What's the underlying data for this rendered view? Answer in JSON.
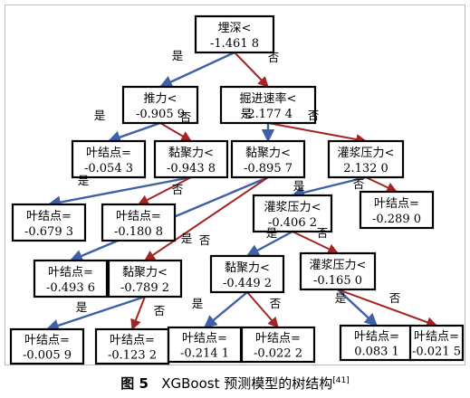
{
  "colors": {
    "yes_edge": "#3f5fa6",
    "no_edge": "#a42424",
    "node_border": "#000000"
  },
  "caption": {
    "figure": "图 5",
    "text": "XGBoost 预测模型的树结构",
    "ref": "[41]"
  },
  "edge_labels": {
    "yes": "是",
    "no": "否"
  },
  "nodes": [
    {
      "id": "n0",
      "l1": "埋深<",
      "l2": "-1.461 8"
    },
    {
      "id": "n1",
      "l1": "推力<",
      "l2": "-0.905 9"
    },
    {
      "id": "n2",
      "l1": "掘进速率<",
      "l2": "-2.177 4"
    },
    {
      "id": "n3",
      "l1": "叶结点=",
      "l2": "-0.054 3"
    },
    {
      "id": "n4",
      "l1": "黏聚力<",
      "l2": "-0.943 8"
    },
    {
      "id": "n5",
      "l1": "黏聚力<",
      "l2": "-0.895 7"
    },
    {
      "id": "n6",
      "l1": "灌浆压力<",
      "l2": "2.132 0"
    },
    {
      "id": "n7",
      "l1": "叶结点=",
      "l2": "-0.679 3"
    },
    {
      "id": "n8",
      "l1": "叶结点=",
      "l2": "-0.180 8"
    },
    {
      "id": "n9",
      "l1": "灌浆压力<",
      "l2": "-0.406 2"
    },
    {
      "id": "n10",
      "l1": "叶结点=",
      "l2": "-0.289 0"
    },
    {
      "id": "n11",
      "l1": "叶结点=",
      "l2": "-0.493 6"
    },
    {
      "id": "n12",
      "l1": "黏聚力<",
      "l2": "-0.789 2"
    },
    {
      "id": "n13",
      "l1": "黏聚力<",
      "l2": "-0.449 2"
    },
    {
      "id": "n14",
      "l1": "灌浆压力<",
      "l2": "-0.165 0"
    },
    {
      "id": "n15",
      "l1": "叶结点=",
      "l2": "-0.005 9"
    },
    {
      "id": "n16",
      "l1": "叶结点=",
      "l2": "-0.123 2"
    },
    {
      "id": "n17",
      "l1": "叶结点=",
      "l2": "-0.214 1"
    },
    {
      "id": "n18",
      "l1": "叶结点=",
      "l2": "-0.022 2"
    },
    {
      "id": "n19",
      "l1": "叶结点=",
      "l2": "0.083 1"
    },
    {
      "id": "n20",
      "l1": "叶结点=",
      "l2": "-0.021 5"
    }
  ],
  "edges": [
    {
      "from": "n0",
      "to": "n1",
      "branch": "yes"
    },
    {
      "from": "n0",
      "to": "n2",
      "branch": "no"
    },
    {
      "from": "n1",
      "to": "n3",
      "branch": "yes"
    },
    {
      "from": "n1",
      "to": "n4",
      "branch": "no"
    },
    {
      "from": "n2",
      "to": "n5",
      "branch": "yes"
    },
    {
      "from": "n2",
      "to": "n6",
      "branch": "no"
    },
    {
      "from": "n4",
      "to": "n7",
      "branch": "yes"
    },
    {
      "from": "n4",
      "to": "n8",
      "branch": "no"
    },
    {
      "from": "n5",
      "to": "n11",
      "branch": "yes"
    },
    {
      "from": "n5",
      "to": "n12",
      "branch": "no"
    },
    {
      "from": "n6",
      "to": "n9",
      "branch": "yes"
    },
    {
      "from": "n6",
      "to": "n10",
      "branch": "no"
    },
    {
      "from": "n9",
      "to": "n13",
      "branch": "yes"
    },
    {
      "from": "n9",
      "to": "n14",
      "branch": "no"
    },
    {
      "from": "n12",
      "to": "n15",
      "branch": "yes"
    },
    {
      "from": "n12",
      "to": "n16",
      "branch": "no"
    },
    {
      "from": "n13",
      "to": "n17",
      "branch": "yes"
    },
    {
      "from": "n13",
      "to": "n18",
      "branch": "no"
    },
    {
      "from": "n14",
      "to": "n19",
      "branch": "yes"
    },
    {
      "from": "n14",
      "to": "n20",
      "branch": "no"
    }
  ]
}
